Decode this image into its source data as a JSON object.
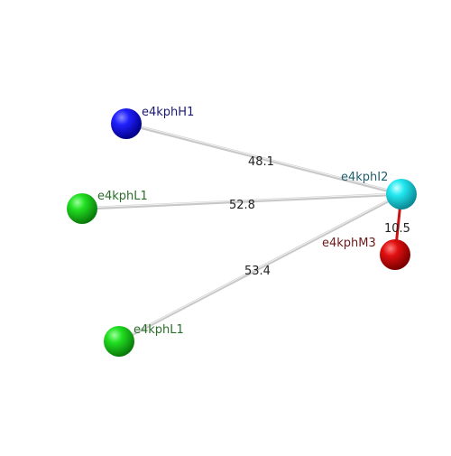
{
  "nodes": [
    {
      "id": "h1",
      "label": "e4kphH1",
      "color": "blue",
      "label_color": "#1a1a6e"
    },
    {
      "id": "l1a",
      "label": "e4kphL1",
      "color": "green",
      "label_color": "#2a6e2a"
    },
    {
      "id": "l1b",
      "label": "e4kphL1",
      "color": "green",
      "label_color": "#2a6e2a"
    },
    {
      "id": "i2",
      "label": "e4kphI2",
      "color": "cyan",
      "label_color": "#1f5f6a"
    },
    {
      "id": "m3",
      "label": "e4kphM3",
      "color": "red",
      "label_color": "#6a1a1a"
    }
  ],
  "edges": [
    {
      "from": "h1",
      "to": "i2",
      "label": "48.1",
      "style": "gray"
    },
    {
      "from": "l1a",
      "to": "i2",
      "label": "52.8",
      "style": "gray"
    },
    {
      "from": "l1b",
      "to": "i2",
      "label": "53.4",
      "style": "gray"
    },
    {
      "from": "i2",
      "to": "m3",
      "label": "10.5",
      "style": "red"
    }
  ]
}
